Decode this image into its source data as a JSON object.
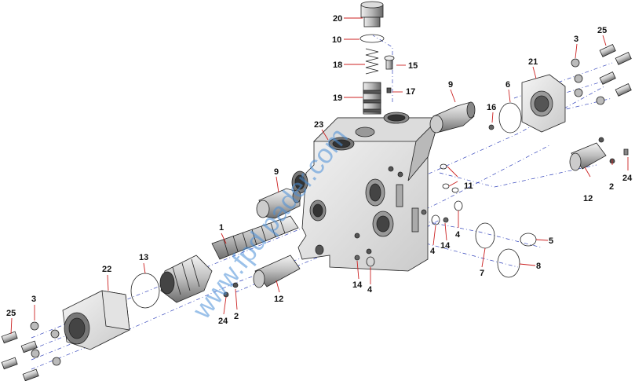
{
  "diagram": {
    "watermark": "www.fpd pader.com",
    "colors": {
      "leader": "#cc2222",
      "centerline": "#3344bb",
      "watermark": "#4a8fd8"
    },
    "callouts": [
      "20",
      "10",
      "18",
      "15",
      "19",
      "17",
      "9",
      "23",
      "3",
      "25",
      "21",
      "6",
      "16",
      "9",
      "11",
      "12",
      "2",
      "24",
      "1",
      "13",
      "22",
      "3",
      "25",
      "24",
      "2",
      "12",
      "4",
      "14",
      "4",
      "14",
      "4",
      "7",
      "5",
      "8"
    ]
  }
}
